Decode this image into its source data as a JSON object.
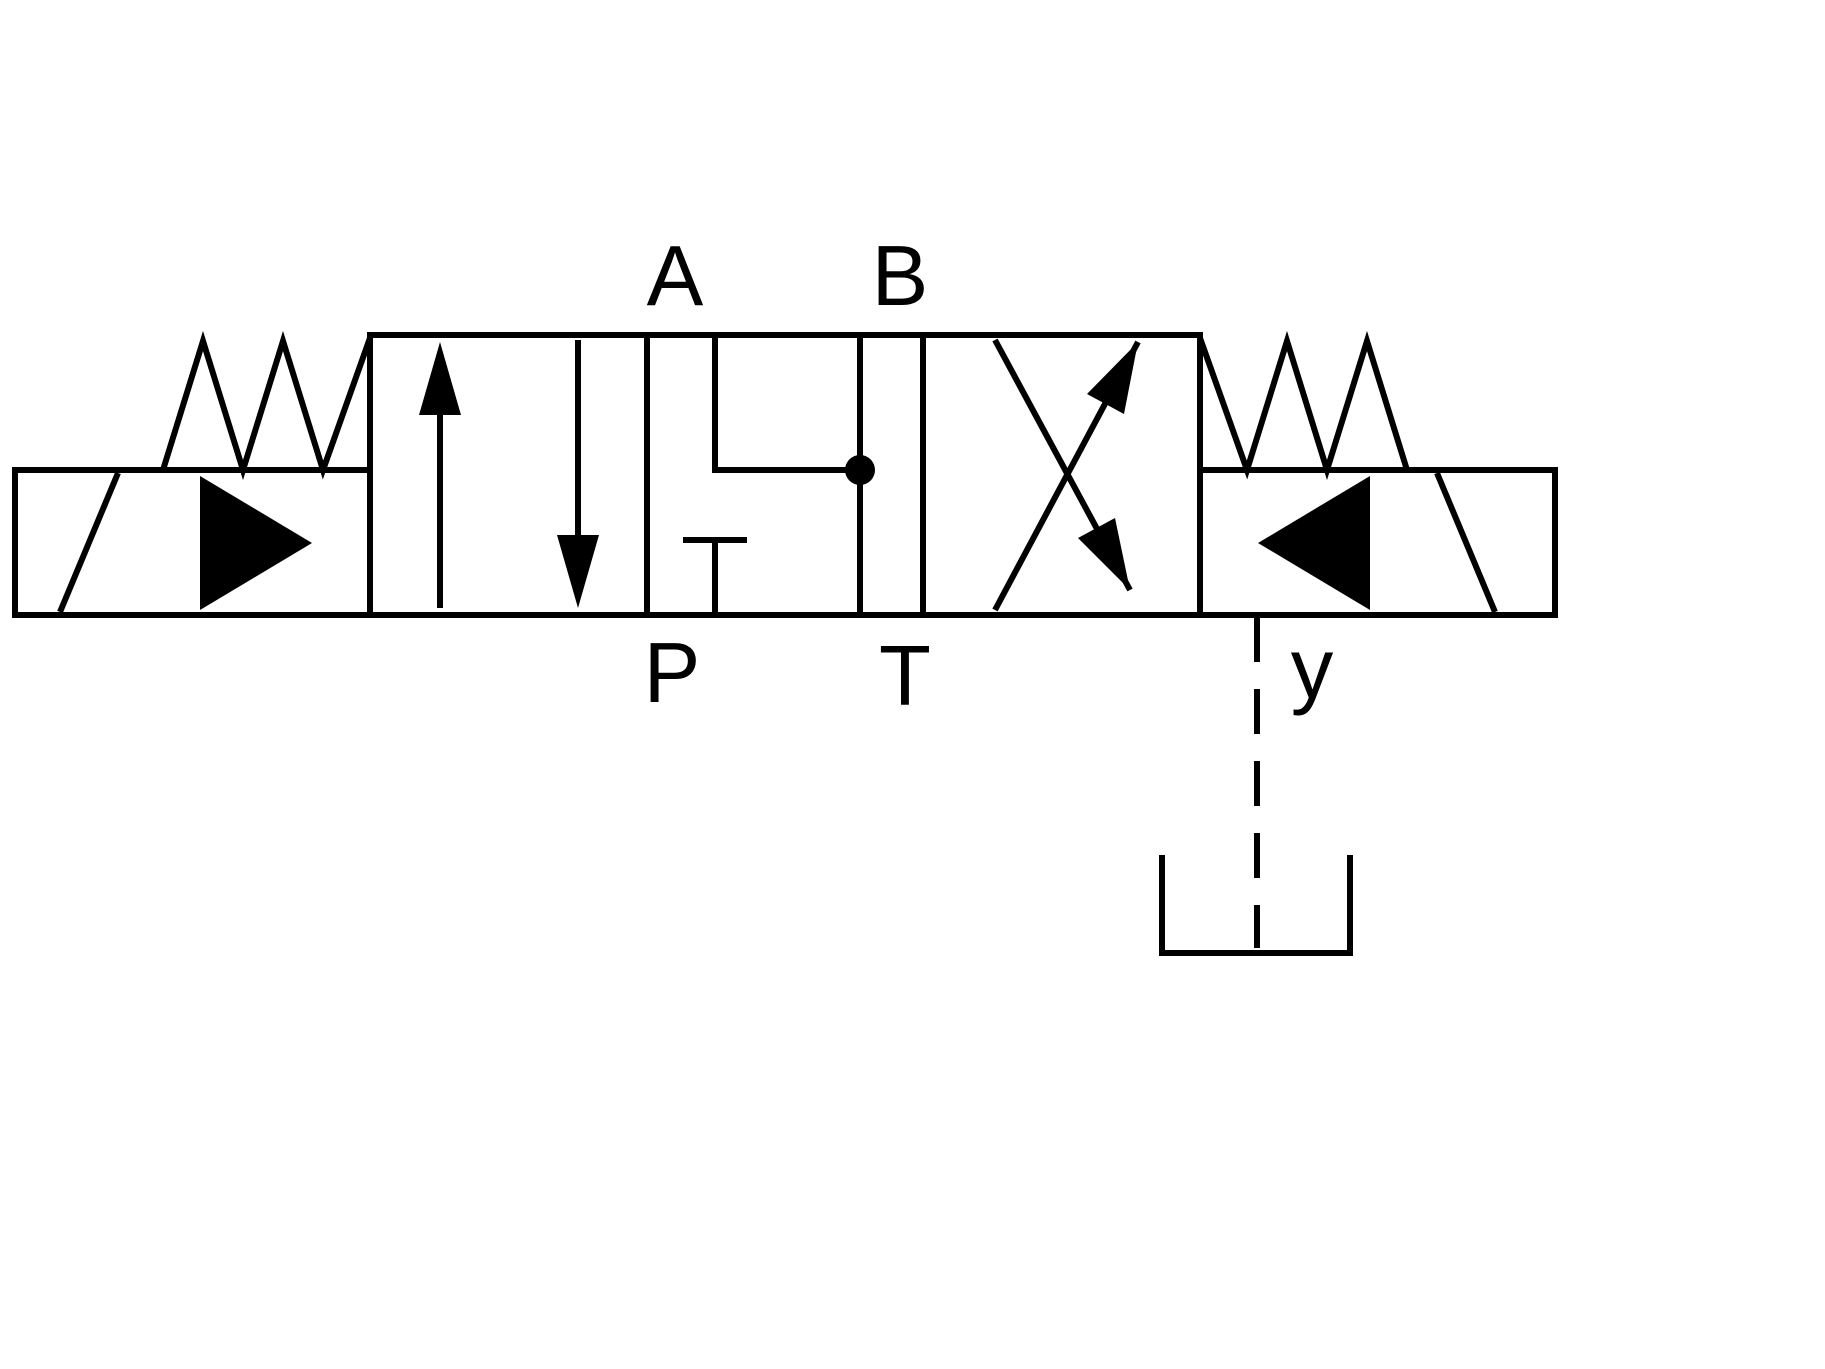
{
  "diagram": {
    "kind": "hydraulic directional control valve symbol",
    "port_labels": {
      "a": "A",
      "b": "B",
      "p": "P",
      "t": "T"
    },
    "drain_label": "y",
    "colors": {
      "line": "#000000",
      "fill": "#000000",
      "background": "#ffffff"
    },
    "components": [
      "left-return-spring",
      "left-solenoid-actuator",
      "valve-position-left-parallel-flow",
      "valve-position-center-ab-joined-p-blocked",
      "valve-position-right-crossed-flow",
      "right-solenoid-actuator",
      "right-return-spring",
      "drain-line",
      "tank"
    ]
  }
}
